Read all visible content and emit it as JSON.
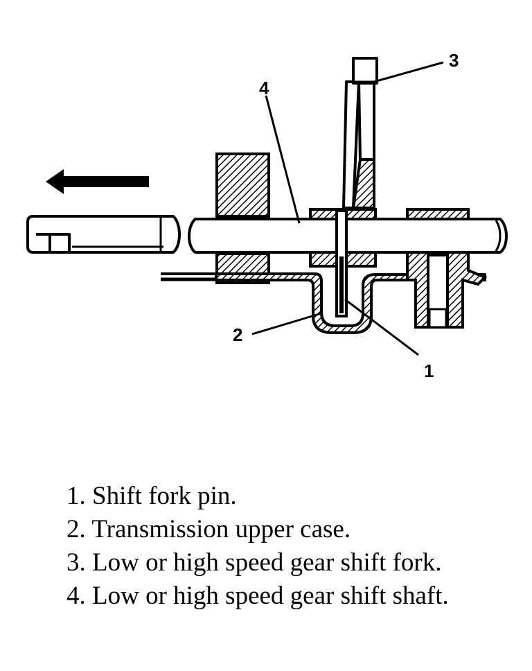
{
  "callouts": {
    "c1": "1",
    "c2": "2",
    "c3": "3",
    "c4": "4"
  },
  "legend": [
    "1. Shift fork pin.",
    "2. Transmission  upper case.",
    "3. Low or high speed gear shift fork.",
    "4. Low or high speed gear shift shaft."
  ],
  "colors": {
    "ink": "#000000",
    "paper": "#ffffff"
  }
}
